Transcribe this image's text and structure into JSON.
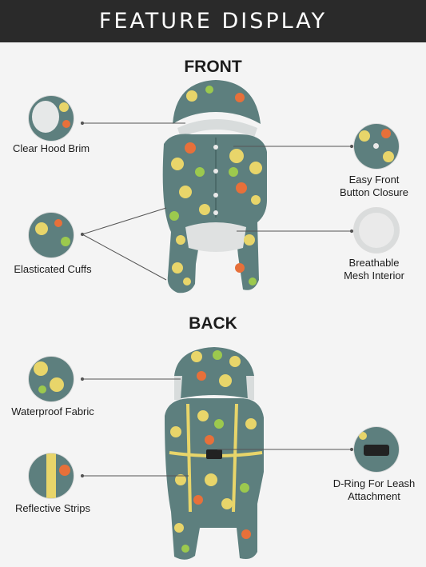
{
  "banner": {
    "title": "FEATURE DISPLAY"
  },
  "sections": {
    "front": "FRONT",
    "back": "BACK"
  },
  "features": {
    "clear_hood_brim": "Clear Hood Brim",
    "elasticated_cuffs": "Elasticated Cuffs",
    "easy_front_button_line1": "Easy Front",
    "easy_front_button_line2": "Button Closure",
    "breathable_line1": "Breathable",
    "breathable_line2": "Mesh Interior",
    "waterproof_fabric": "Waterproof Fabric",
    "reflective_strips": "Reflective Strips",
    "dring_line1": "D-Ring For Leash",
    "dring_line2": "Attachment"
  },
  "colors": {
    "fabric": "#5d7f7e",
    "dot_yellow": "#e8d56a",
    "dot_orange": "#e7703a",
    "dot_green": "#9cc94e",
    "banner": "#2a2a2a",
    "background": "#f4f4f4"
  }
}
